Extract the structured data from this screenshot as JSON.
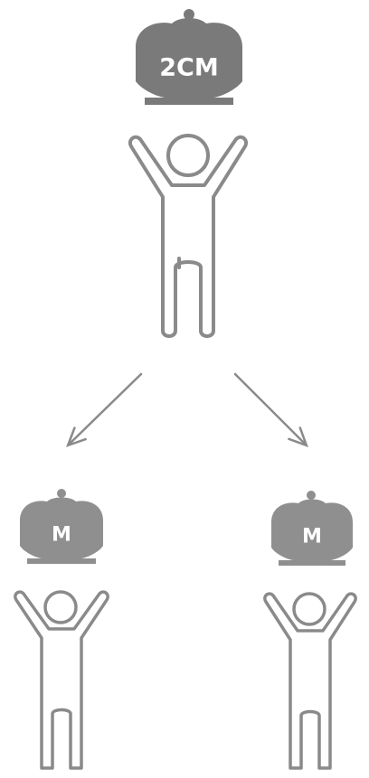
{
  "diagram": {
    "colors": {
      "top_crown": "#7a7a7a",
      "child_crown": "#8f8f8f",
      "figure_outline": "#8a8a8a",
      "arrow": "#8a8a8a",
      "crown_text": "#ffffff",
      "background": "#ffffff"
    },
    "top_node": {
      "crown_label": "2CM",
      "icon": "crown-icon",
      "figure_icon": "person-arms-raised-icon"
    },
    "children": [
      {
        "crown_label": "M",
        "icon": "crown-icon",
        "figure_icon": "person-arms-raised-icon"
      },
      {
        "crown_label": "M",
        "icon": "crown-icon",
        "figure_icon": "person-arms-raised-icon"
      }
    ]
  }
}
